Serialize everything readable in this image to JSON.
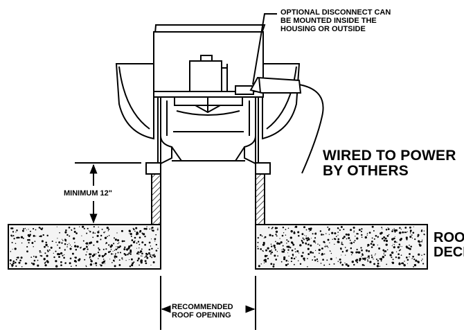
{
  "labels": {
    "disconnect": "OPTIONAL DISCONNECT CAN\nBE MOUNTED INSIDE THE\nHOUSING OR OUTSIDE",
    "wired": "WIRED TO POWER\nBY OTHERS",
    "minimum": "MINIMUM 12\"",
    "roof_deck": "ROOF\nDECK",
    "opening": "RECOMMENDED\nROOF OPENING"
  },
  "colors": {
    "line": "#000000",
    "concrete": "#f4f4f4",
    "background": "#ffffff"
  }
}
